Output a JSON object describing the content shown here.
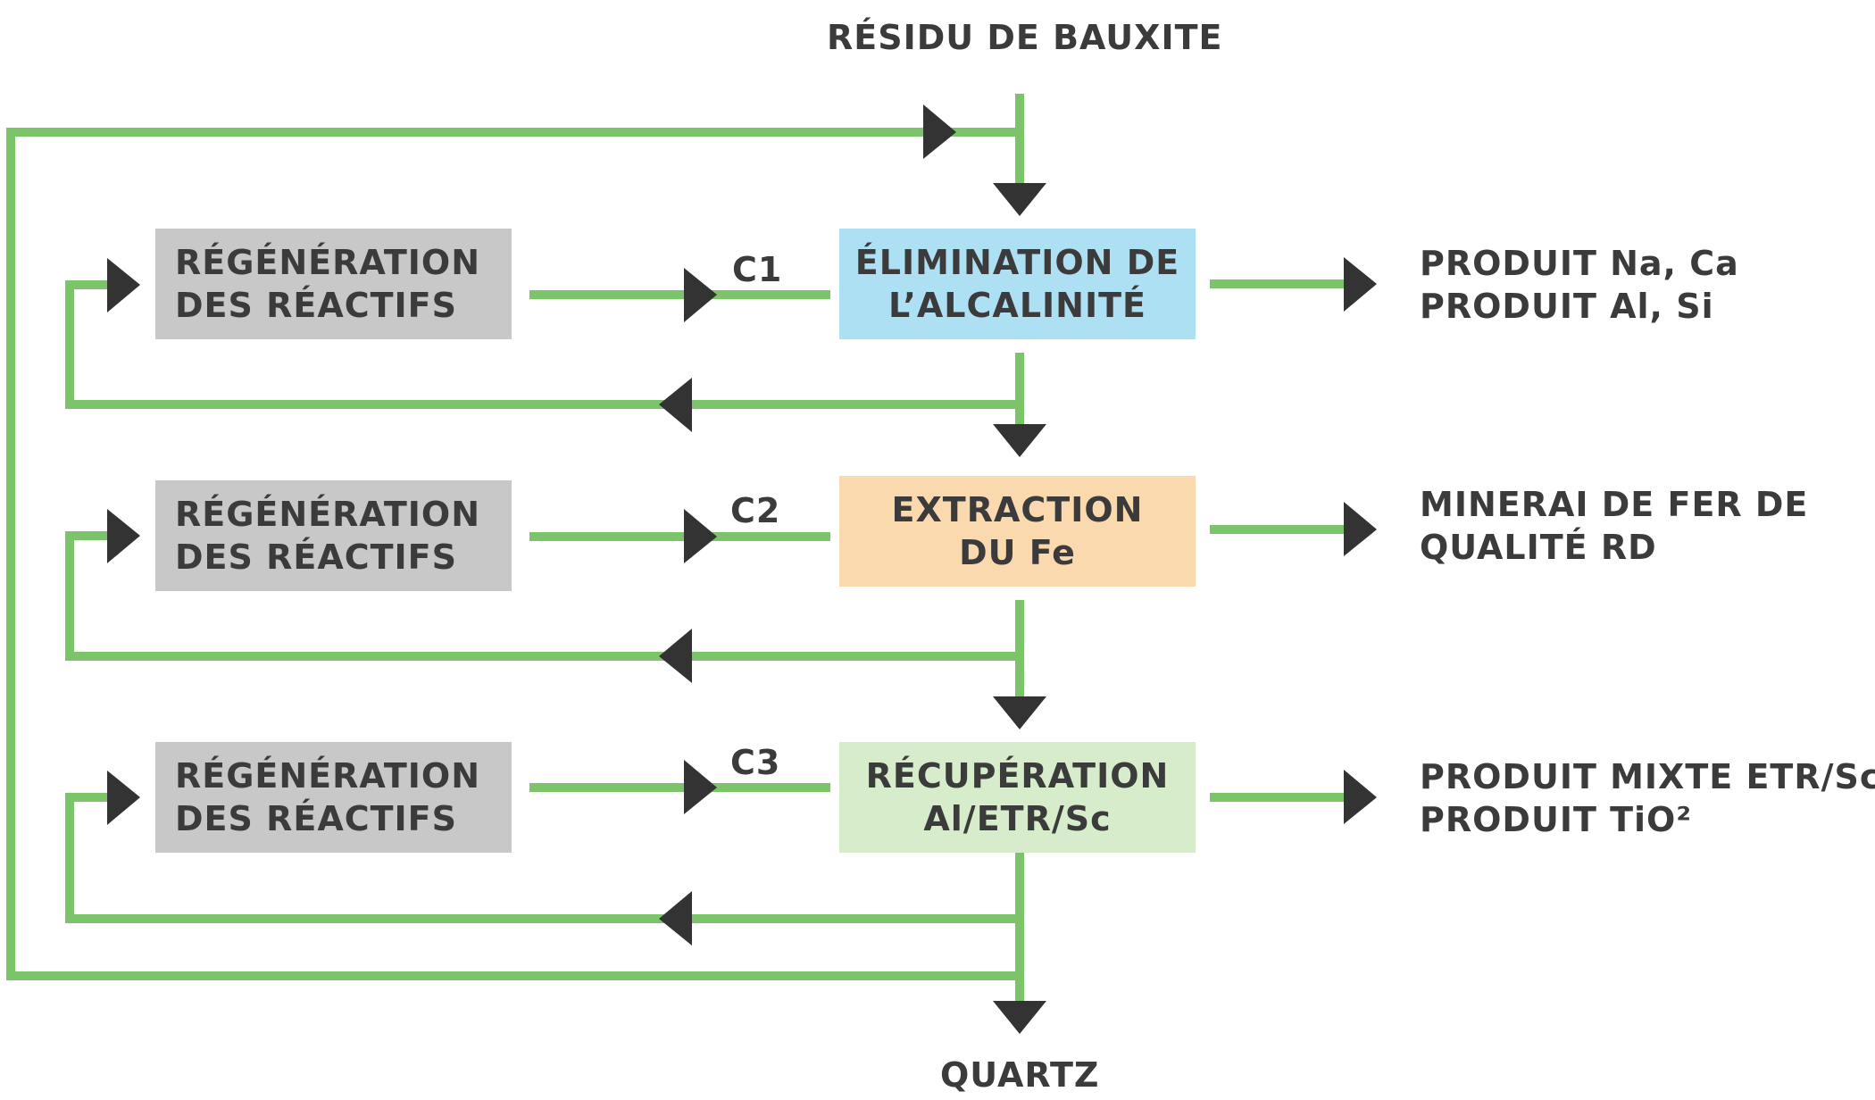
{
  "input_label": "RÉSIDU DE BAUXITE",
  "output_label": "QUARTZ",
  "colors": {
    "line": "#7cc46a",
    "arrow": "#333333",
    "reagent_box": "#c8c8c8",
    "stage1": "#aee0f4",
    "stage2": "#fbd9ae",
    "stage3": "#d6eccb",
    "text": "#3b3b3b"
  },
  "stages": [
    {
      "connector": "C1",
      "reagent_lines": [
        "RÉGÉNÉRATION",
        "DES RÉACTIFS"
      ],
      "process_lines": [
        "ÉLIMINATION DE",
        "L’ALCALINITÉ"
      ],
      "product_lines": [
        "PRODUIT Na, Ca",
        "PRODUIT Al, Si"
      ]
    },
    {
      "connector": "C2",
      "reagent_lines": [
        "RÉGÉNÉRATION",
        "DES RÉACTIFS"
      ],
      "process_lines": [
        "EXTRACTION",
        "DU Fe"
      ],
      "product_lines": [
        "MINERAI DE FER DE",
        "QUALITÉ RD"
      ]
    },
    {
      "connector": "C3",
      "reagent_lines": [
        "RÉGÉNÉRATION",
        "DES RÉACTIFS"
      ],
      "process_lines": [
        "RÉCUPÉRATION",
        "Al/ETR/Sc"
      ],
      "product_lines": [
        "PRODUIT MIXTE ETR/Sc",
        "PRODUIT TiO²"
      ]
    }
  ]
}
